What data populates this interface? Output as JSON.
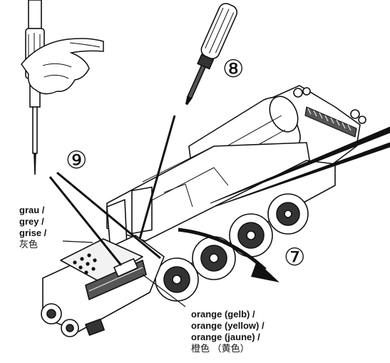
{
  "steps": {
    "seven": "⑦",
    "eight": "⑧",
    "nine": "⑨"
  },
  "wire_grey": {
    "de": "grau /",
    "en": "grey /",
    "fr": "grise /",
    "zh": "灰色"
  },
  "wire_orange": {
    "de": "orange (gelb) /",
    "en": "orange (yellow) /",
    "fr": "orange (jaune) /",
    "zh": "橙色 （黄色）"
  },
  "colors": {
    "ink": "#111111",
    "background": "#ffffff"
  }
}
